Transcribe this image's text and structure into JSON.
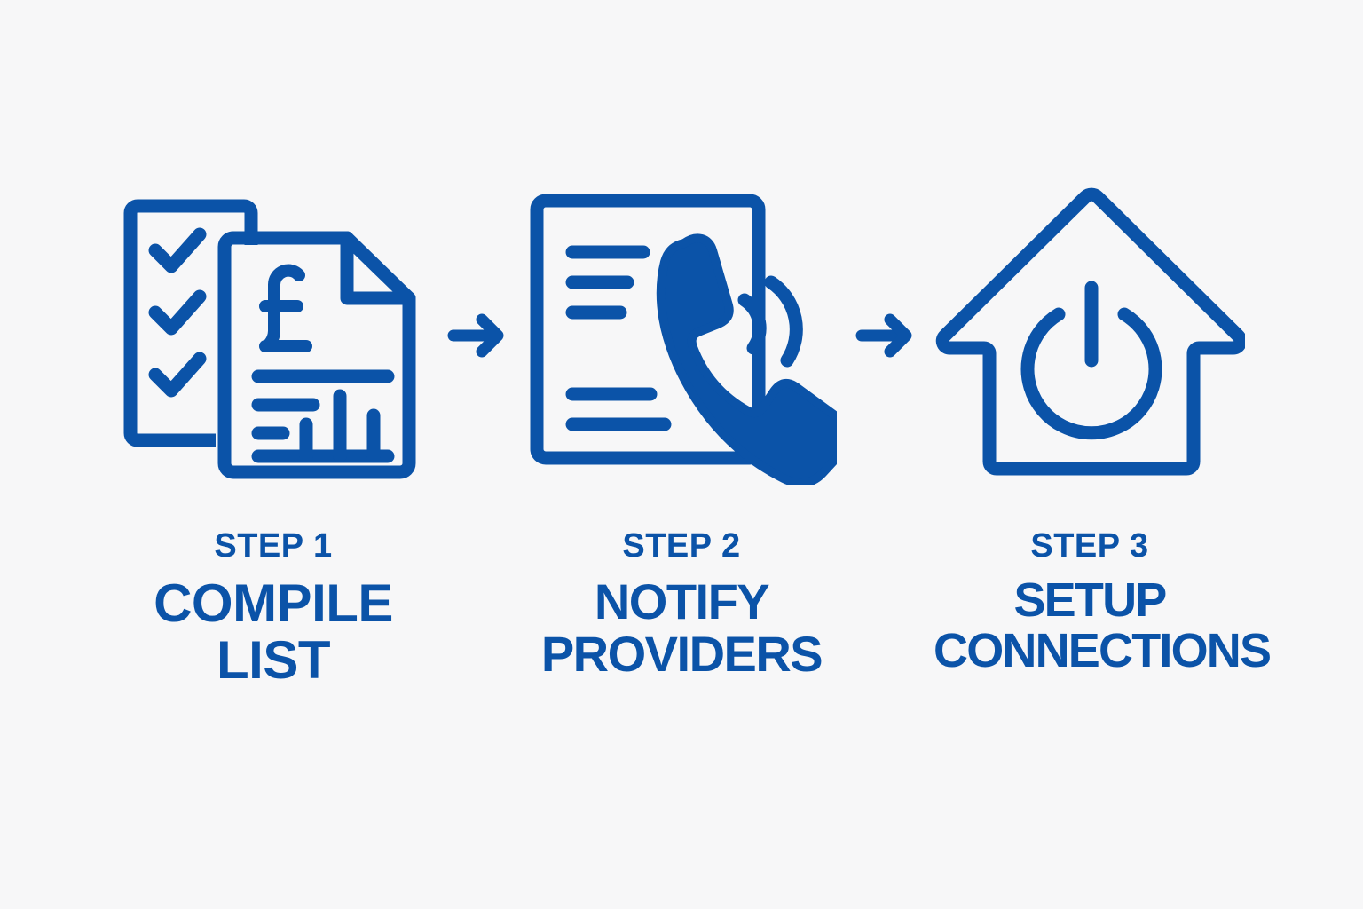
{
  "theme": {
    "background_color": "#f7f7f8",
    "accent_color": "#0b53a8"
  },
  "steps": [
    {
      "kicker": "STEP 1",
      "title_lines": [
        "COMPILE",
        "LIST"
      ],
      "icon_name": "checklist-and-bill-icon",
      "icon_parts": [
        "checklist-document",
        "check-mark",
        "check-mark",
        "check-mark",
        "bill-document",
        "pound-sign",
        "text-line",
        "bar-chart"
      ],
      "currency_symbol": "£"
    },
    {
      "kicker": "STEP 2",
      "title_lines": [
        "NOTIFY",
        "PROVIDERS"
      ],
      "icon_name": "document-phone-call-icon",
      "icon_parts": [
        "document",
        "text-line",
        "telephone-handset",
        "sound-wave"
      ]
    },
    {
      "kicker": "STEP 3",
      "title_lines": [
        "SETUP",
        "CONNECTIONS"
      ],
      "icon_name": "house-power-icon",
      "icon_parts": [
        "house-outline",
        "power-button-symbol"
      ]
    }
  ],
  "arrows": [
    {
      "name": "arrow-step1-to-step2",
      "direction": "right"
    },
    {
      "name": "arrow-step2-to-step3",
      "direction": "right"
    }
  ]
}
